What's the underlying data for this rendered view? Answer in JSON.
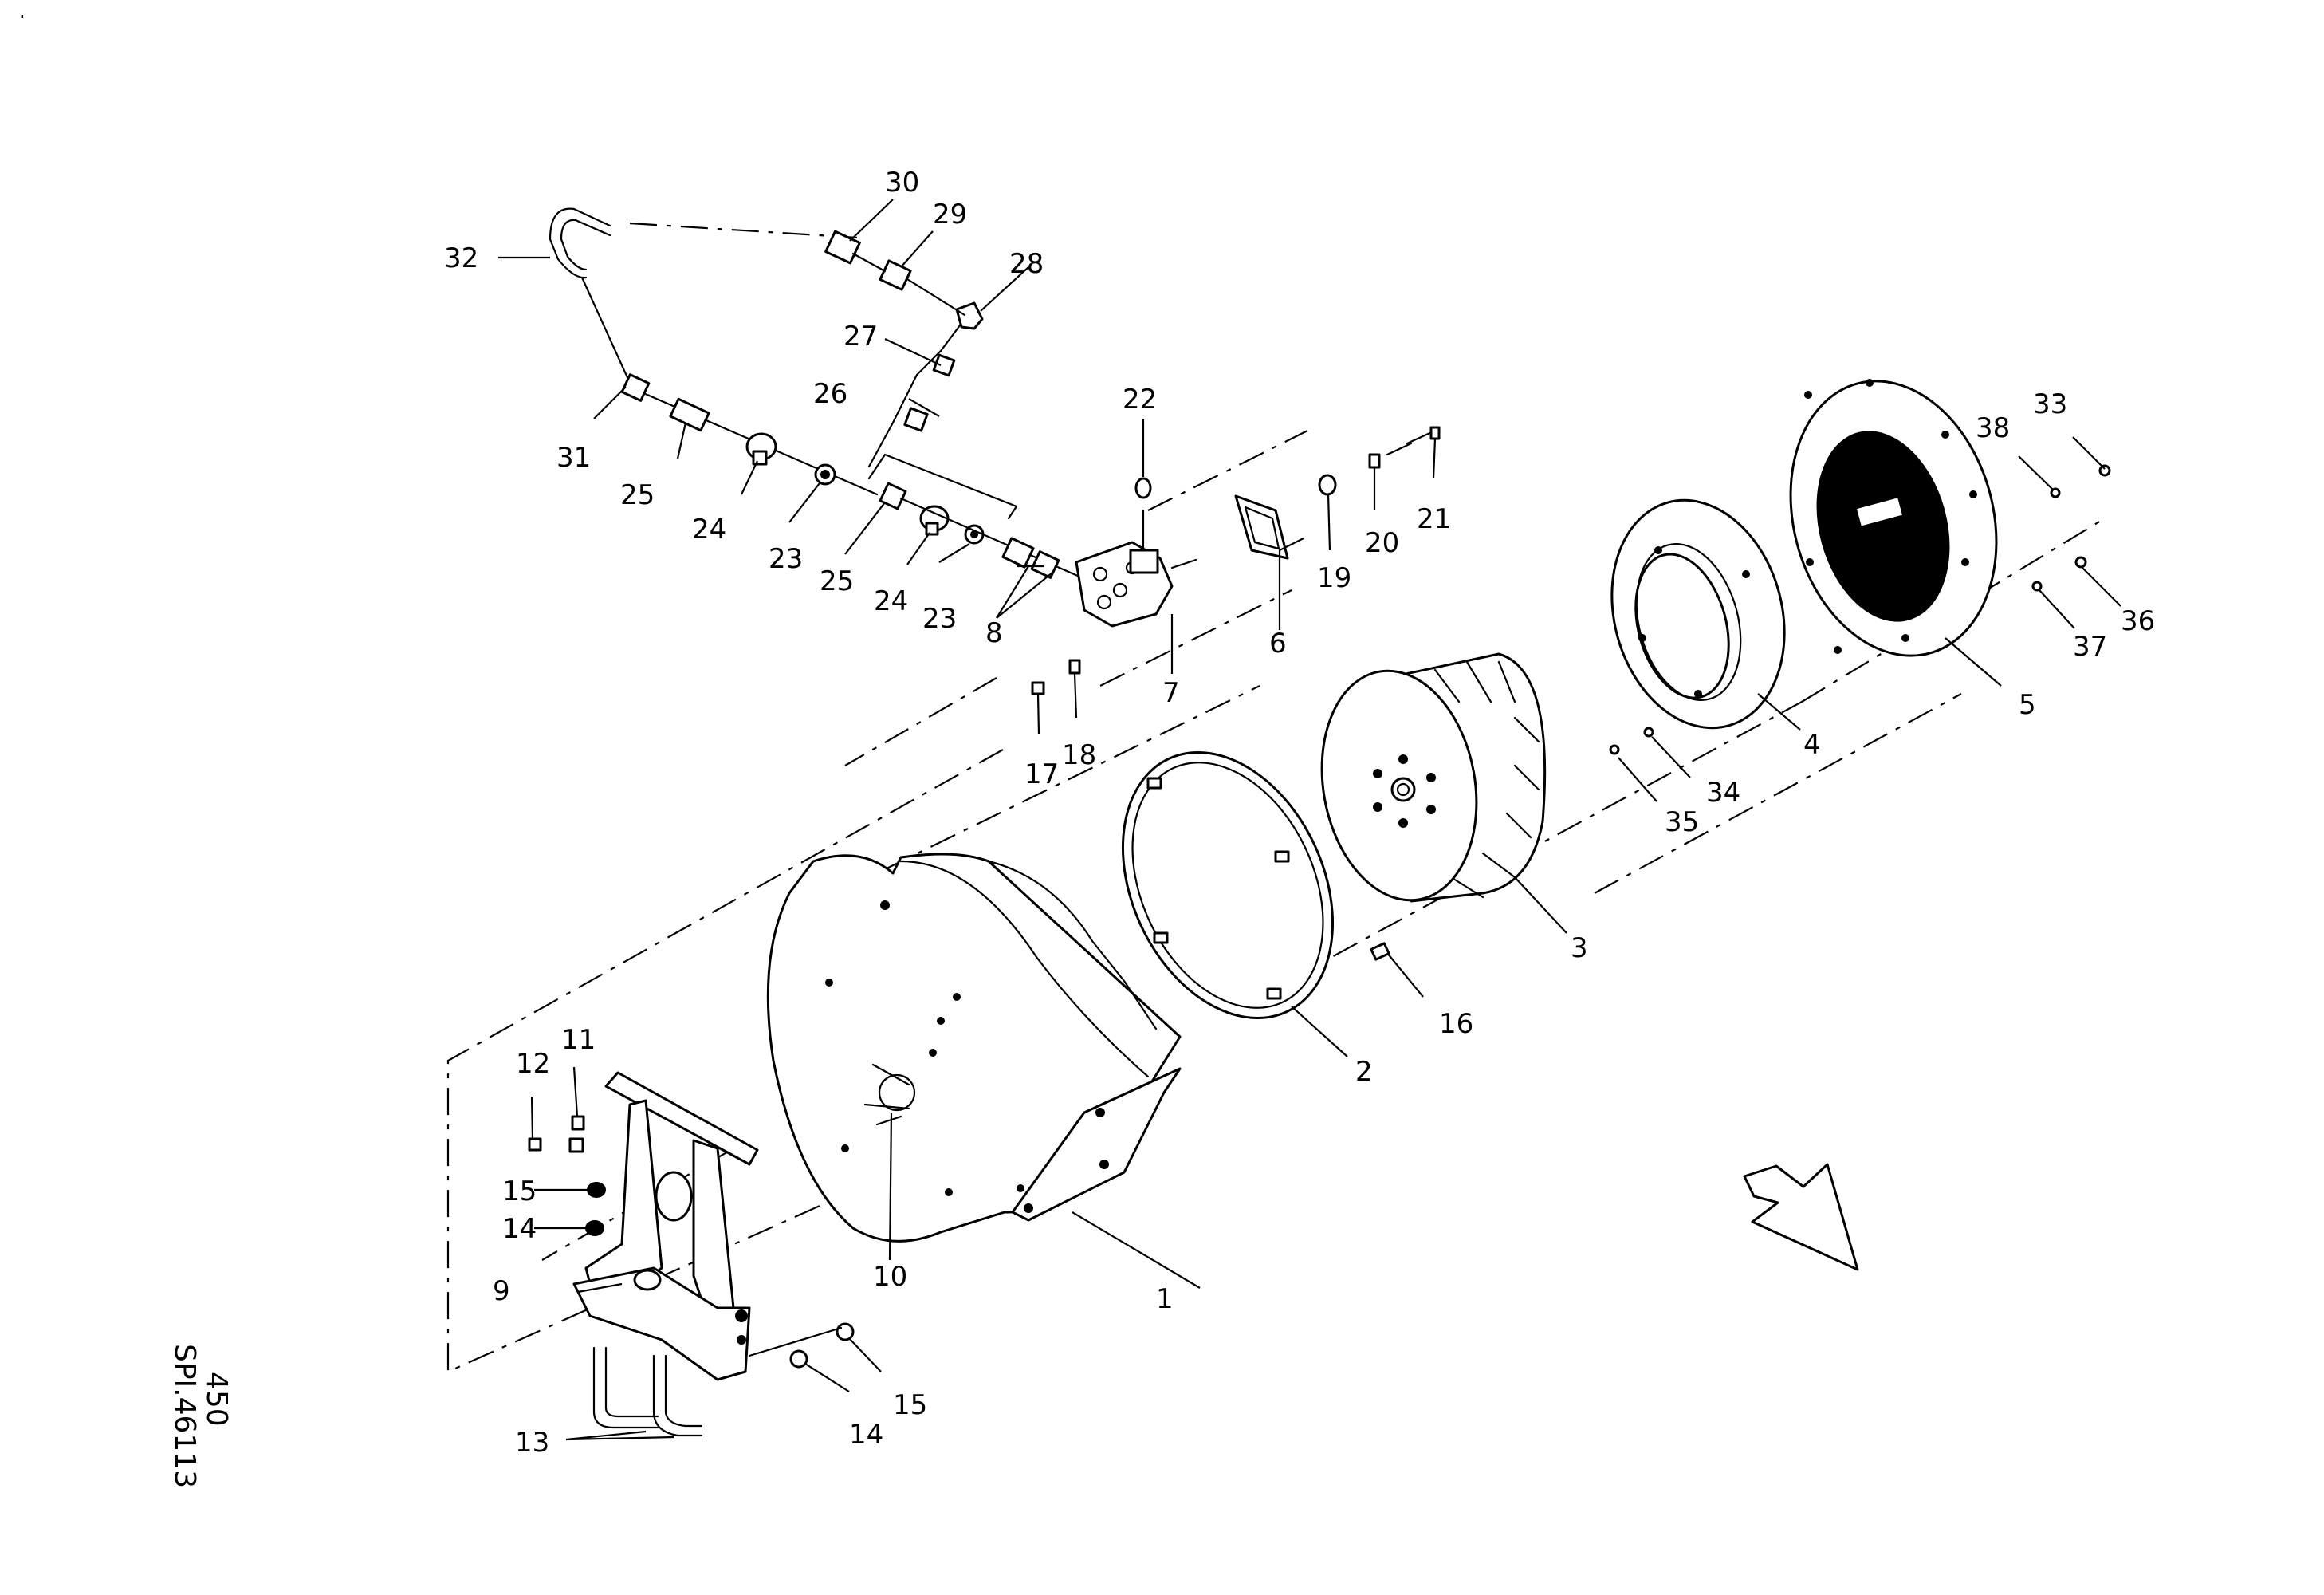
{
  "drawing": {
    "corner_mark": ".",
    "code_line1": "450",
    "code_line2": "SPI.46113"
  },
  "callouts": {
    "c1": "1",
    "c2": "2",
    "c3": "3",
    "c4": "4",
    "c5": "5",
    "c6": "6",
    "c7": "7",
    "c8": "8",
    "c9": "9",
    "c10": "10",
    "c11": "11",
    "c12": "12",
    "c13": "13",
    "c14a": "14",
    "c14b": "14",
    "c15a": "15",
    "c15b": "15",
    "c16": "16",
    "c17": "17",
    "c18": "18",
    "c19": "19",
    "c20": "20",
    "c21": "21",
    "c22": "22",
    "c23a": "23",
    "c23b": "23",
    "c24a": "24",
    "c24b": "24",
    "c25a": "25",
    "c25b": "25",
    "c26": "26",
    "c27": "27",
    "c28": "28",
    "c29": "29",
    "c30": "30",
    "c31": "31",
    "c32": "32",
    "c33": "33",
    "c34": "34",
    "c35": "35",
    "c36": "36",
    "c37": "37",
    "c38": "38"
  },
  "flow_arrow_icon": "arrow-down-right-icon"
}
